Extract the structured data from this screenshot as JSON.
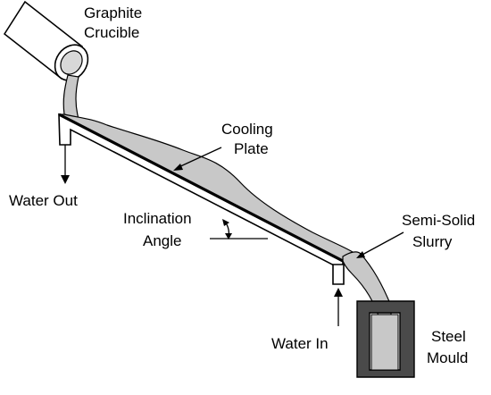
{
  "labels": {
    "crucible_line1": "Graphite",
    "crucible_line2": "Crucible",
    "cooling_line1": "Cooling",
    "cooling_line2": "Plate",
    "water_out": "Water Out",
    "inclination_line1": "Inclination",
    "inclination_line2": "Angle",
    "slurry_line1": "Semi-Solid",
    "slurry_line2": "Slurry",
    "water_in": "Water In",
    "mould_line1": "Steel",
    "mould_line2": "Mould"
  },
  "colors": {
    "outline": "#000000",
    "metal_fill": "#c8c8c8",
    "crucible_fill": "#ffffff",
    "mould_fill": "#4a4a4a",
    "background": "#ffffff"
  }
}
